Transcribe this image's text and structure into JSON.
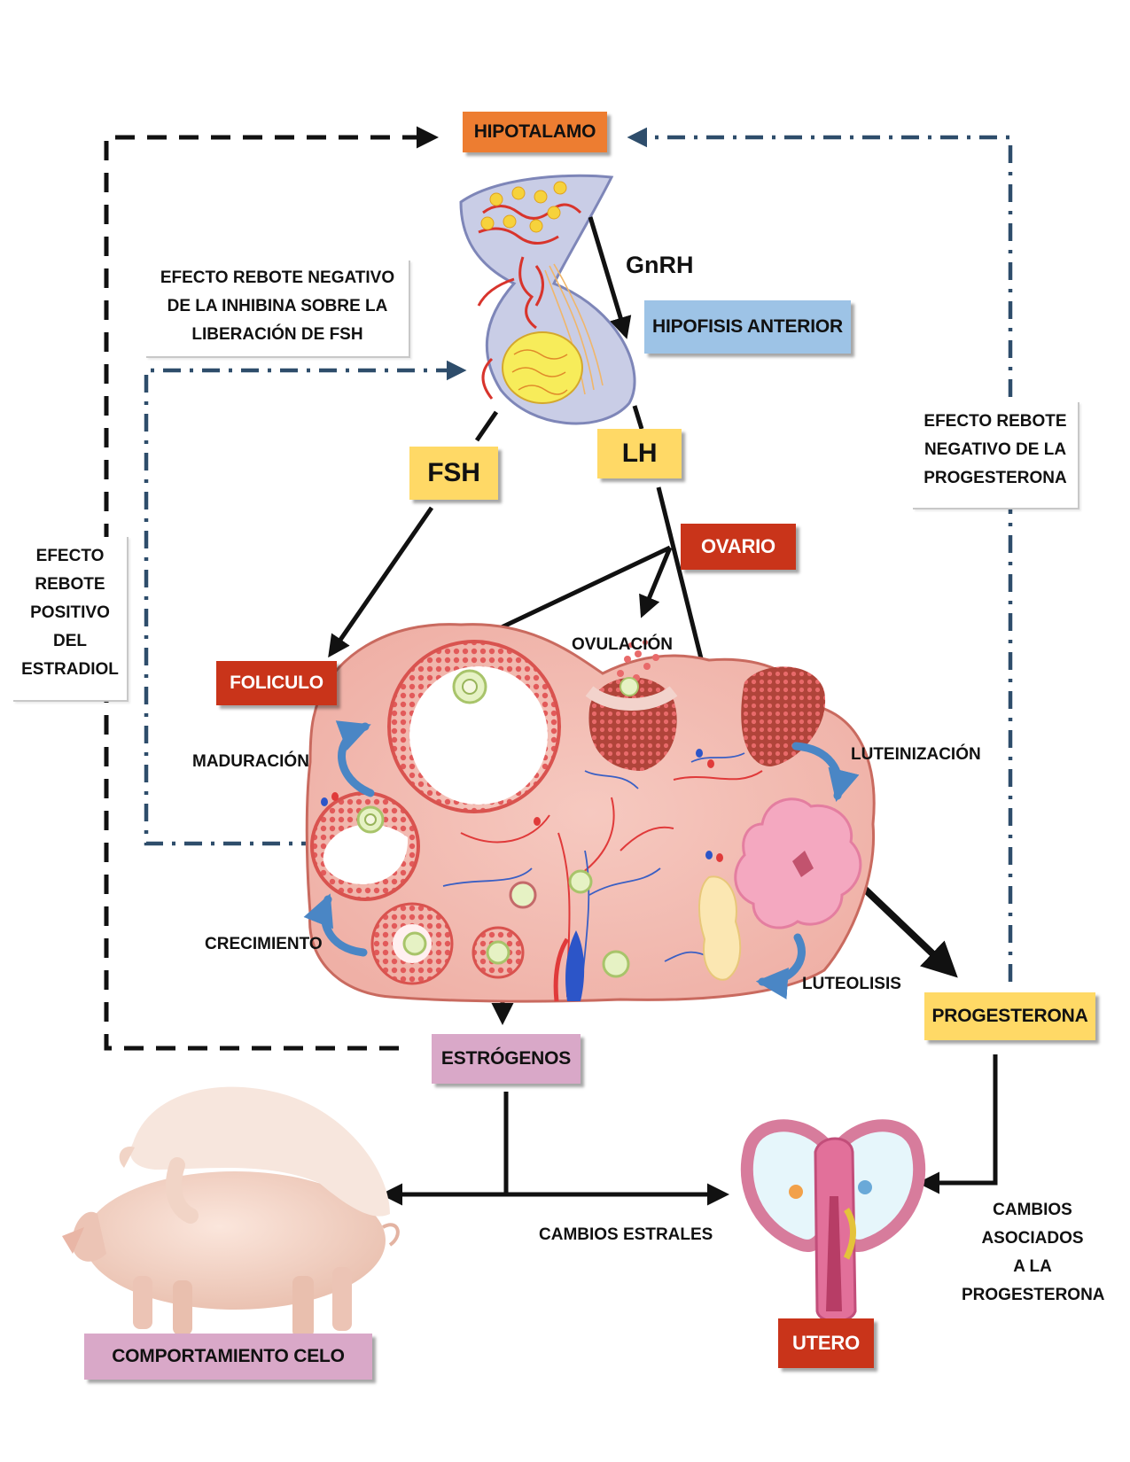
{
  "nodes": {
    "hipotalamo": "HIPOTALAMO",
    "hipofisis": "HIPOFISIS ANTERIOR",
    "fsh": "FSH",
    "lh": "LH",
    "ovario": "OVARIO",
    "foliculo": "FOLICULO",
    "estrogenos": "ESTRÓGENOS",
    "progesterona": "PROGESTERONA",
    "utero": "UTERO",
    "comportamiento": "COMPORTAMIENTO CELO"
  },
  "labels": {
    "gnrh": "GnRH",
    "ovulacion": "OVULACIÓN",
    "maduracion": "MADURACIÓN",
    "crecimiento": "CRECIMIENTO",
    "luteinizacion": "LUTEINIZACIÓN",
    "luteolisis": "LUTEOLISIS",
    "cambios_estrales": "CAMBIOS ESTRALES",
    "cambios_progesterona": [
      "CAMBIOS",
      "ASOCIADOS",
      "A LA",
      "PROGESTERONA"
    ]
  },
  "callouts": {
    "inhibina": [
      "EFECTO REBOTE  NEGATIVO",
      "DE LA INHIBINA SOBRE LA",
      "LIBERACIÓN DE FSH"
    ],
    "progesterona": [
      "EFECTO  REBOTE",
      "NEGATIVO DE LA",
      "PROGESTERONA"
    ],
    "estradiol": [
      "EFECTO",
      "REBOTE",
      "POSITIVO",
      "DEL",
      "ESTRADIOL"
    ]
  },
  "colors": {
    "orange": "#ed7d31",
    "blue": "#9dc3e6",
    "yellow": "#ffd966",
    "red": "#c9341a",
    "pink": "#d9a8c8",
    "dashed_line": "#111111",
    "dashdot_line": "#2e4d6b"
  }
}
